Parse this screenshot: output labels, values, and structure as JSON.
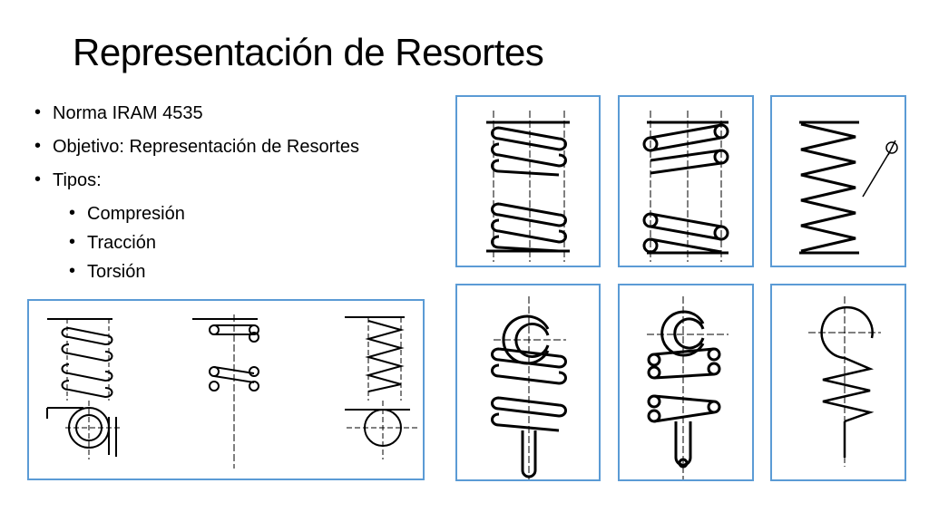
{
  "title": "Representación de Resortes",
  "bullets": [
    {
      "text": "Norma IRAM 4535",
      "level": 1
    },
    {
      "text": "Objetivo: Representación de Resortes",
      "level": 1
    },
    {
      "text": "Tipos:",
      "level": 1
    },
    {
      "text": "Compresión",
      "level": 2
    },
    {
      "text": "Tracción",
      "level": 2
    },
    {
      "text": "Torsión",
      "level": 2
    }
  ],
  "colors": {
    "frame_border": "#5b9bd5",
    "line": "#000000"
  }
}
